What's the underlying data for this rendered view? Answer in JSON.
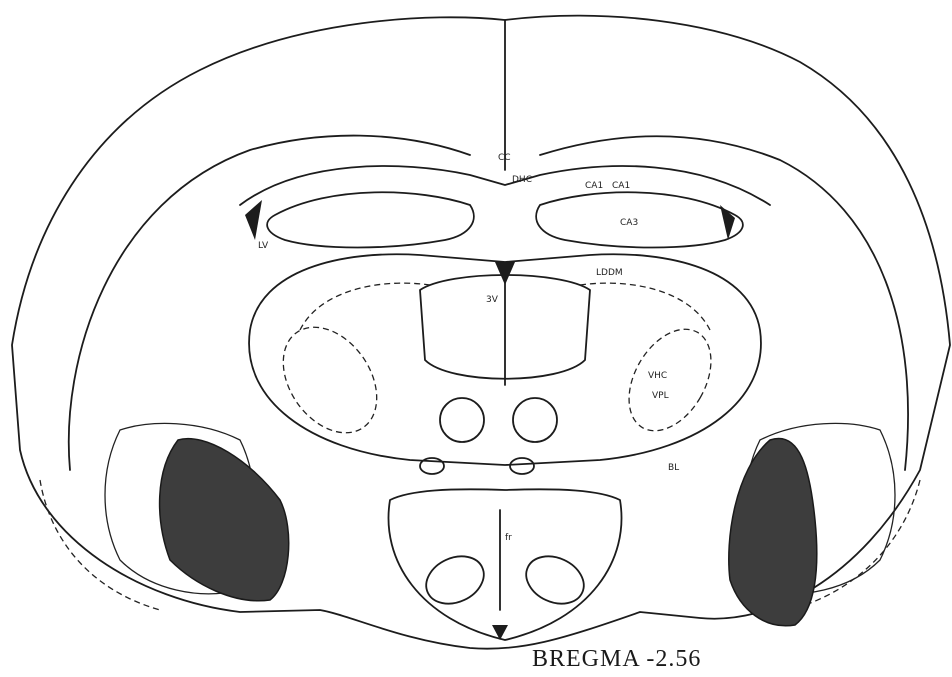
{
  "figure": {
    "caption": "BREGMA -2.56",
    "lesion_color": "#3d3d3d",
    "line_color": "#1c1c1c",
    "background": "#ffffff"
  },
  "region_labels": {
    "cc": "CC",
    "dhc": "DHC",
    "ca1": "CA1",
    "ca1b": "CA1",
    "ca3": "CA3",
    "lv": "LV",
    "lddm": "LDDM",
    "sv": "3V",
    "vhc": "VHC",
    "vpl": "VPL",
    "bla": "BL",
    "fr": "fr"
  }
}
